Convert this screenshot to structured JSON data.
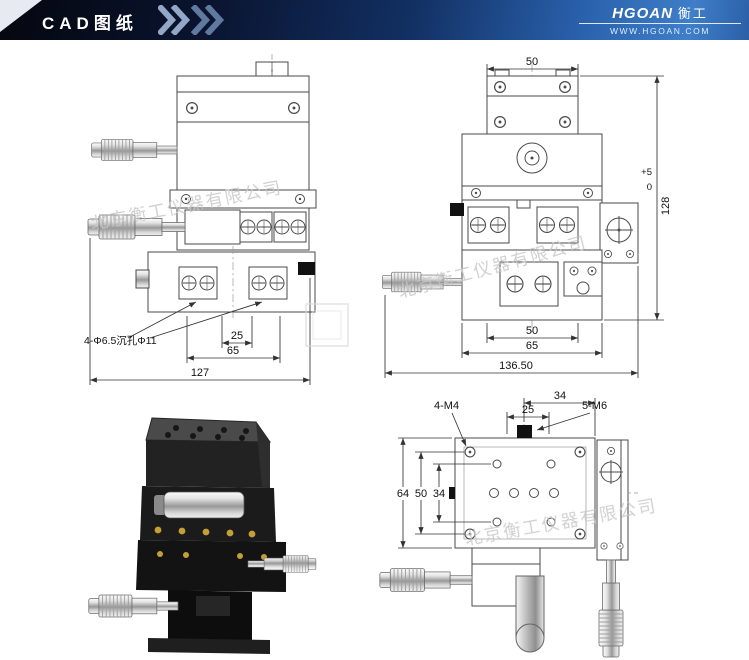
{
  "header": {
    "title": "CAD图纸",
    "brand": "HGOAN",
    "brand_suffix": "衡工",
    "website": "WWW.HGOAN.COM"
  },
  "watermark": {
    "text": "北京衡工仪器有限公司"
  },
  "views": {
    "front": {
      "dims": {
        "d25": "25",
        "d65": "65",
        "d127": "127"
      },
      "labels": {
        "counterbore": "4-Φ6.5沉孔Φ11"
      }
    },
    "side": {
      "dims": {
        "top50": "50",
        "d128": "128",
        "tol_upper": "+5",
        "tol_lower": "0",
        "bottom50": "50",
        "d65": "65",
        "d136_50": "136.50"
      }
    },
    "top": {
      "dims": {
        "d34_top": "34",
        "d25": "25",
        "d64": "64",
        "d50": "50",
        "d34_left": "34"
      },
      "labels": {
        "m4": "4-M4",
        "m6": "5-M6"
      }
    }
  }
}
